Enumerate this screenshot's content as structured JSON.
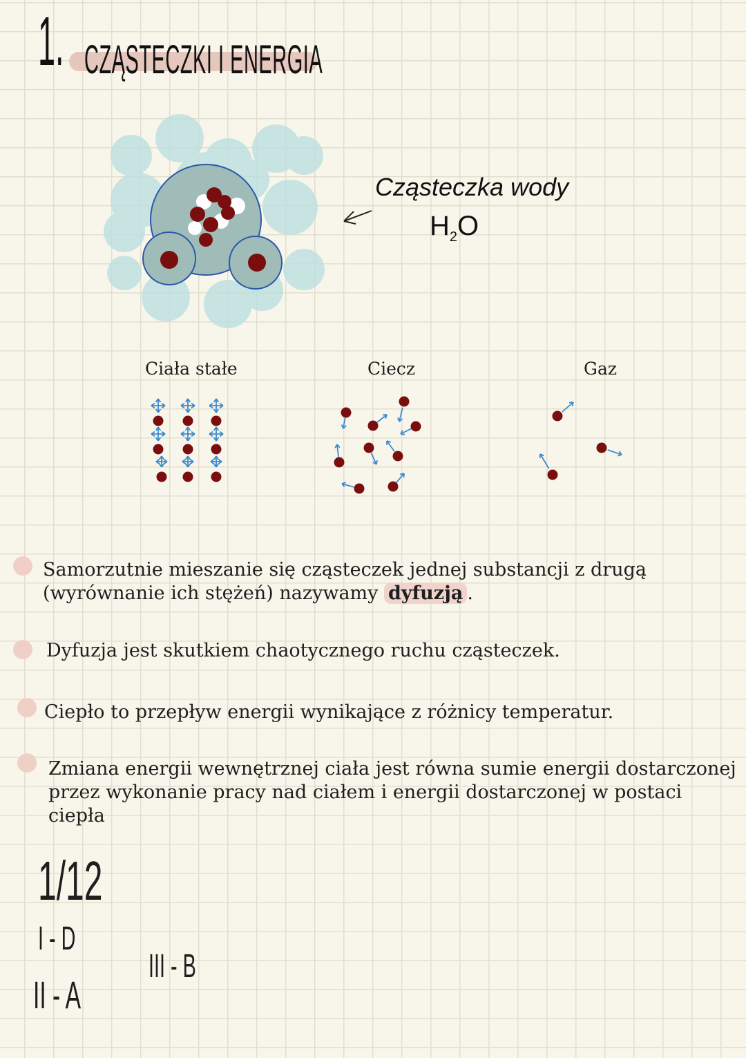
{
  "title": {
    "number": "1.",
    "text": "CZĄSTECZKI I ENERGIA"
  },
  "diagram": {
    "caption": "Cząsteczka wody",
    "formula_main": "H",
    "formula_sub": "2",
    "formula_end": "O"
  },
  "states": {
    "solid": "Ciała stałe",
    "liquid": "Ciecz",
    "gas": "Gaz"
  },
  "colors": {
    "particle": "#7a0e0e",
    "arrow": "#3a8ad0",
    "highlight": "#f0d4cc",
    "water": "#b9dfe0"
  },
  "notes": [
    {
      "text_before": "Samorzutnie mieszanie się cząsteczek jednej substancji z drugą (wyrównanie ich stężeń) nazywamy ",
      "bold": "dyfuzją",
      "text_after": "."
    },
    {
      "text": "Dyfuzja jest skutkiem chaotycznego ruchu cząsteczek."
    },
    {
      "text": "Ciepło to przepływ energii wynikające z różnicy temperatur."
    },
    {
      "text": "Zmiana energii wewnętrznej ciała jest równa sumie energii dostarczonej przez wykonanie pracy nad ciałem i energii dostarczonej w postaci ciepła"
    }
  ],
  "answers": {
    "heading": "1/12",
    "items": [
      "I - D",
      "II - A",
      "III - B"
    ]
  }
}
